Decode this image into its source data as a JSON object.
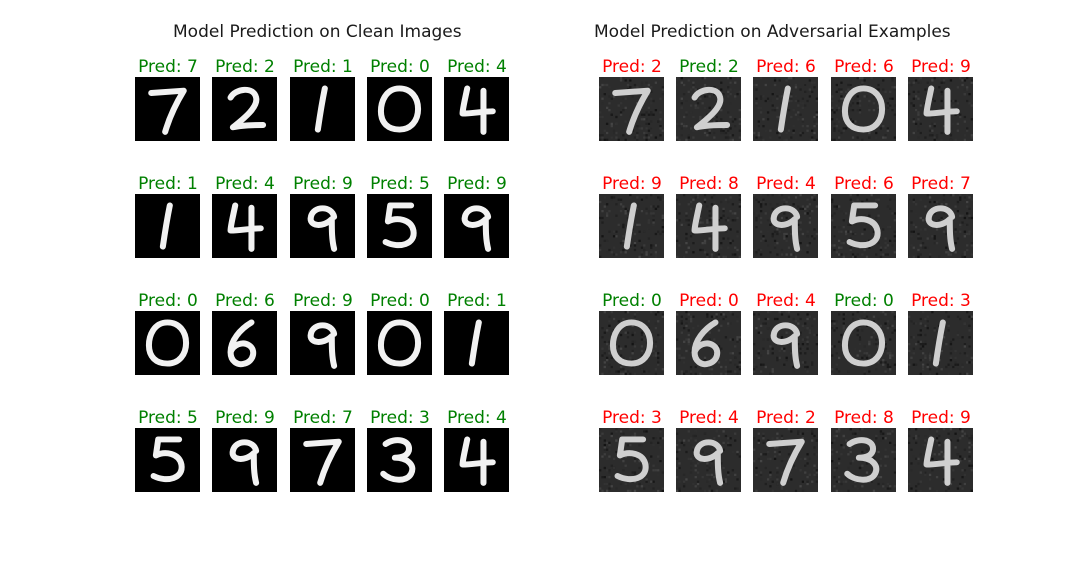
{
  "colors": {
    "correct": "#008000",
    "wrong": "#ff0000",
    "clean_bg": "#000000",
    "adv_bg": "#2c2c2c",
    "stroke": "#f2f2f2"
  },
  "panels": [
    {
      "title": "Model Prediction on Clean Images",
      "kind": "clean",
      "rows": [
        [
          {
            "label": "Pred: 7",
            "digit": "7",
            "correct": true
          },
          {
            "label": "Pred: 2",
            "digit": "2",
            "correct": true
          },
          {
            "label": "Pred: 1",
            "digit": "1",
            "correct": true
          },
          {
            "label": "Pred: 0",
            "digit": "0",
            "correct": true
          },
          {
            "label": "Pred: 4",
            "digit": "4",
            "correct": true
          }
        ],
        [
          {
            "label": "Pred: 1",
            "digit": "1",
            "correct": true
          },
          {
            "label": "Pred: 4",
            "digit": "4",
            "correct": true
          },
          {
            "label": "Pred: 9",
            "digit": "9",
            "correct": true
          },
          {
            "label": "Pred: 5",
            "digit": "5",
            "correct": true
          },
          {
            "label": "Pred: 9",
            "digit": "9",
            "correct": true
          }
        ],
        [
          {
            "label": "Pred: 0",
            "digit": "0",
            "correct": true
          },
          {
            "label": "Pred: 6",
            "digit": "6",
            "correct": true
          },
          {
            "label": "Pred: 9",
            "digit": "9",
            "correct": true
          },
          {
            "label": "Pred: 0",
            "digit": "0",
            "correct": true
          },
          {
            "label": "Pred: 1",
            "digit": "1",
            "correct": true
          }
        ],
        [
          {
            "label": "Pred: 5",
            "digit": "5",
            "correct": true
          },
          {
            "label": "Pred: 9",
            "digit": "9",
            "correct": true
          },
          {
            "label": "Pred: 7",
            "digit": "7",
            "correct": true
          },
          {
            "label": "Pred: 3",
            "digit": "3",
            "correct": true
          },
          {
            "label": "Pred: 4",
            "digit": "4",
            "correct": true
          }
        ]
      ]
    },
    {
      "title": "Model Prediction on Adversarial Examples",
      "kind": "adv",
      "rows": [
        [
          {
            "label": "Pred: 2",
            "digit": "7",
            "correct": false
          },
          {
            "label": "Pred: 2",
            "digit": "2",
            "correct": true
          },
          {
            "label": "Pred: 6",
            "digit": "1",
            "correct": false
          },
          {
            "label": "Pred: 6",
            "digit": "0",
            "correct": false
          },
          {
            "label": "Pred: 9",
            "digit": "4",
            "correct": false
          }
        ],
        [
          {
            "label": "Pred: 9",
            "digit": "1",
            "correct": false
          },
          {
            "label": "Pred: 8",
            "digit": "4",
            "correct": false
          },
          {
            "label": "Pred: 4",
            "digit": "9",
            "correct": false
          },
          {
            "label": "Pred: 6",
            "digit": "5",
            "correct": false
          },
          {
            "label": "Pred: 7",
            "digit": "9",
            "correct": false
          }
        ],
        [
          {
            "label": "Pred: 0",
            "digit": "0",
            "correct": true
          },
          {
            "label": "Pred: 0",
            "digit": "6",
            "correct": false
          },
          {
            "label": "Pred: 4",
            "digit": "9",
            "correct": false
          },
          {
            "label": "Pred: 0",
            "digit": "0",
            "correct": true
          },
          {
            "label": "Pred: 3",
            "digit": "1",
            "correct": false
          }
        ],
        [
          {
            "label": "Pred: 3",
            "digit": "5",
            "correct": false
          },
          {
            "label": "Pred: 4",
            "digit": "9",
            "correct": false
          },
          {
            "label": "Pred: 2",
            "digit": "7",
            "correct": false
          },
          {
            "label": "Pred: 8",
            "digit": "3",
            "correct": false
          },
          {
            "label": "Pred: 9",
            "digit": "4",
            "correct": false
          }
        ]
      ]
    }
  ]
}
